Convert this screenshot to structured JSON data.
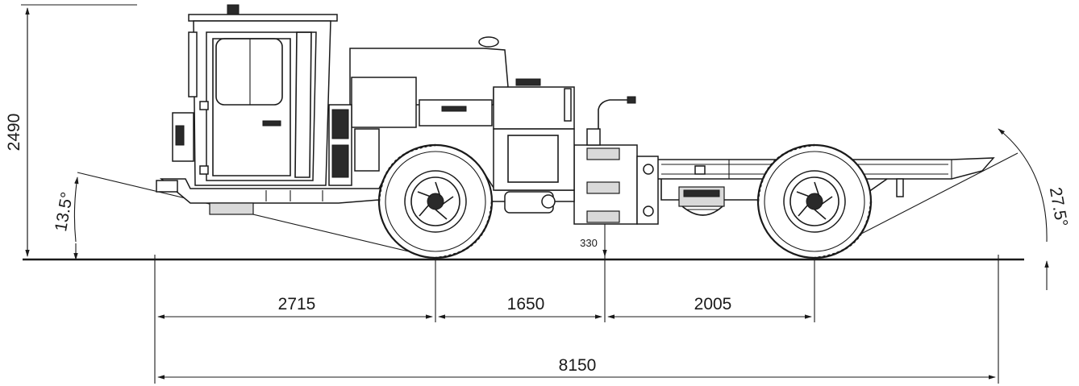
{
  "drawing": {
    "dimensions": {
      "height": "2490",
      "front_overhang": "2715",
      "wheelbase_front": "1650",
      "wheelbase_rear": "2005",
      "overall_length": "8150",
      "ground_clearance": "330",
      "approach_angle": "13.5°",
      "departure_angle": "27.5°"
    },
    "colors": {
      "line": "#1a1a1a",
      "background": "#ffffff",
      "shade": "#d9d9d9"
    }
  }
}
